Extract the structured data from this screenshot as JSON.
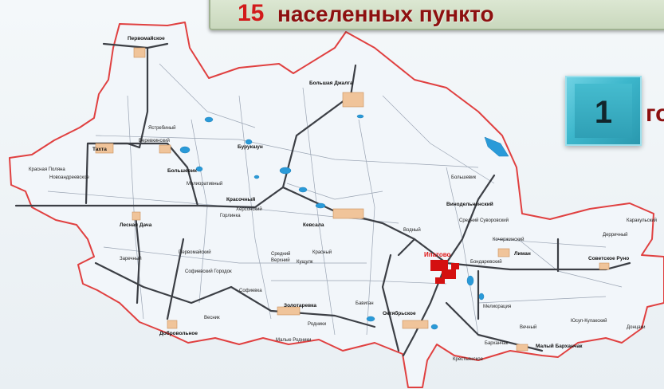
{
  "banner": {
    "number": "15",
    "text": "населенных пункто"
  },
  "badge": {
    "number": "1",
    "side_text": "го"
  },
  "map": {
    "region_center": "Ипатово",
    "settlements": [
      "Первомайское",
      "Большая Джалга",
      "Бурукшун",
      "Тахта",
      "Большевик",
      "Красочный",
      "Кевсала",
      "Лесная Дача",
      "Винодельненский",
      "Лиман",
      "Советское Руно",
      "Золотаревка",
      "Октябрьское",
      "Добровольное",
      "Малый Барханчак"
    ],
    "minor_labels": [
      "Красная Поляна",
      "Новоандреевское",
      "Веревкинский",
      "Ястребиный",
      "Мелиоративный",
      "Херсонский",
      "Горлинка",
      "Средний",
      "Красный",
      "Кущулк",
      "Верхний",
      "Водный",
      "Заречный",
      "Первомайский",
      "Софиевский Городок",
      "Софиевка",
      "Бавиган",
      "Родники",
      "Весник",
      "Малые Родники",
      "Бондаревский",
      "Кочержинский",
      "Мелиорация",
      "Вечный",
      "Юсуп-Кулакский",
      "Донцаки",
      "Крестьянское",
      "Барханчак",
      "Дерричный",
      "Каракульский",
      "Большевик",
      "Средний Суворовский"
    ]
  }
}
